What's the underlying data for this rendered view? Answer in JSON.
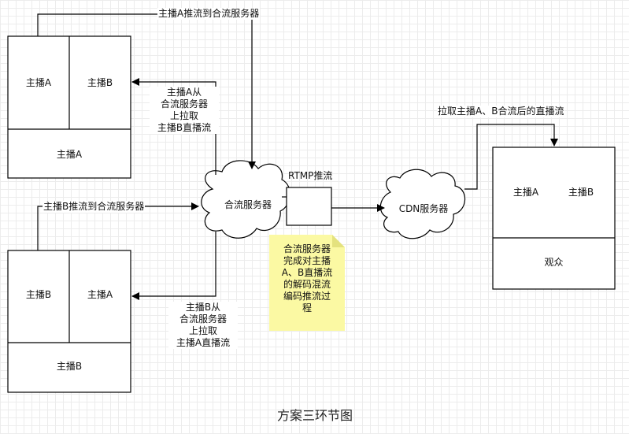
{
  "caption": "方案三环节图",
  "anchor_a": {
    "cell_left": "主播A",
    "cell_right": "主播B",
    "cell_bottom": "主播A"
  },
  "anchor_b": {
    "cell_left": "主播B",
    "cell_right": "主播A",
    "cell_bottom": "主播B"
  },
  "viewer": {
    "cell_left": "主播A",
    "cell_right": "主播B",
    "cell_bottom": "观众"
  },
  "clouds": {
    "merge_server": "合流服务器",
    "cdn_server": "CDN服务器"
  },
  "edges": {
    "a_push": "主播A推流到合流服务器",
    "b_push": "主播B推流到合流服务器",
    "a_pull": [
      "主播A从",
      "合流服务器",
      "上拉取",
      "主播B直播流"
    ],
    "b_pull": [
      "主播B从",
      "合流服务器",
      "上拉取",
      "主播A直播流"
    ],
    "rtmp": "RTMP推流",
    "cdn_pull": "拉取主播A、B合流后的直播流"
  },
  "note": [
    "合流服务器",
    "完成对主播",
    "A、B直播流",
    "的解码混流",
    "编码推流过",
    "程"
  ]
}
